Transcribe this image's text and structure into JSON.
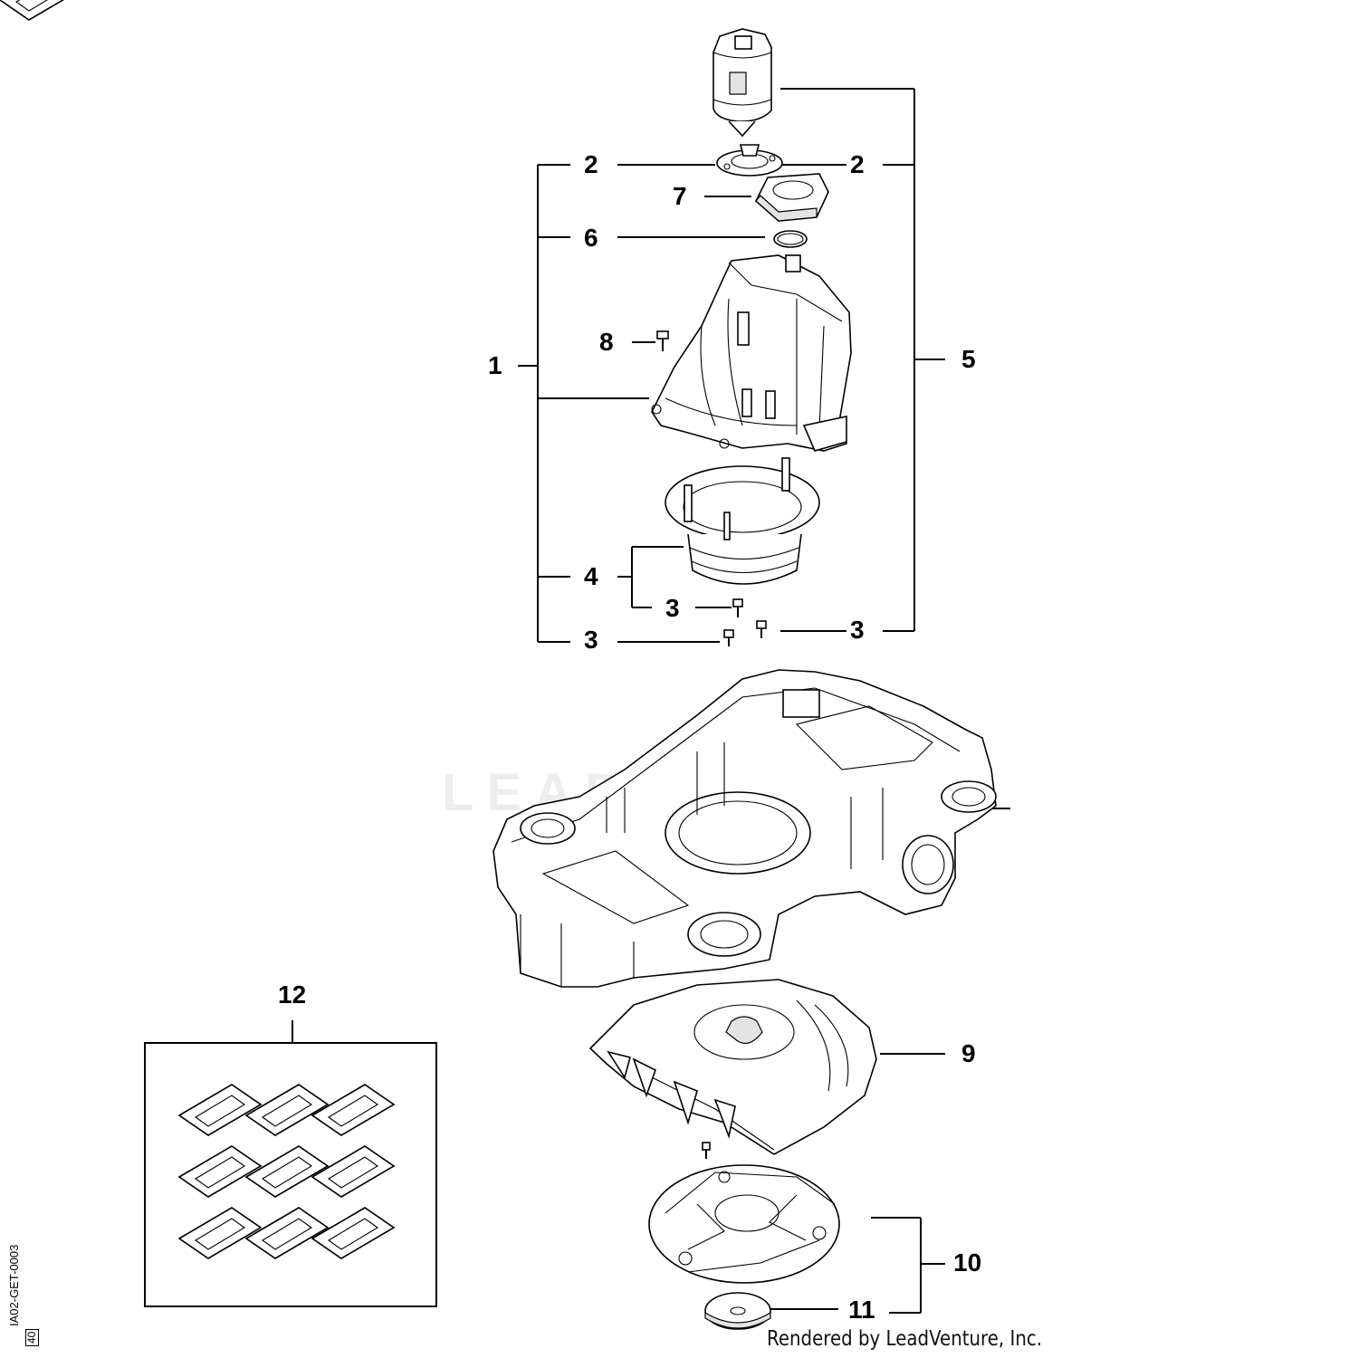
{
  "diagram": {
    "callouts": {
      "c1": "1",
      "c2_left": "2",
      "c2_right": "2",
      "c3_a": "3",
      "c3_b": "3",
      "c3_c": "3",
      "c4": "4",
      "c5": "5",
      "c6": "6",
      "c7": "7",
      "c8": "8",
      "c9": "9",
      "c10": "10",
      "c11": "11",
      "c12": "12"
    },
    "watermark": "LEADVENTURE",
    "credit": "Rendered by LeadVenture, Inc.",
    "document_id": "IA02-GET-0003",
    "revision": "40"
  }
}
